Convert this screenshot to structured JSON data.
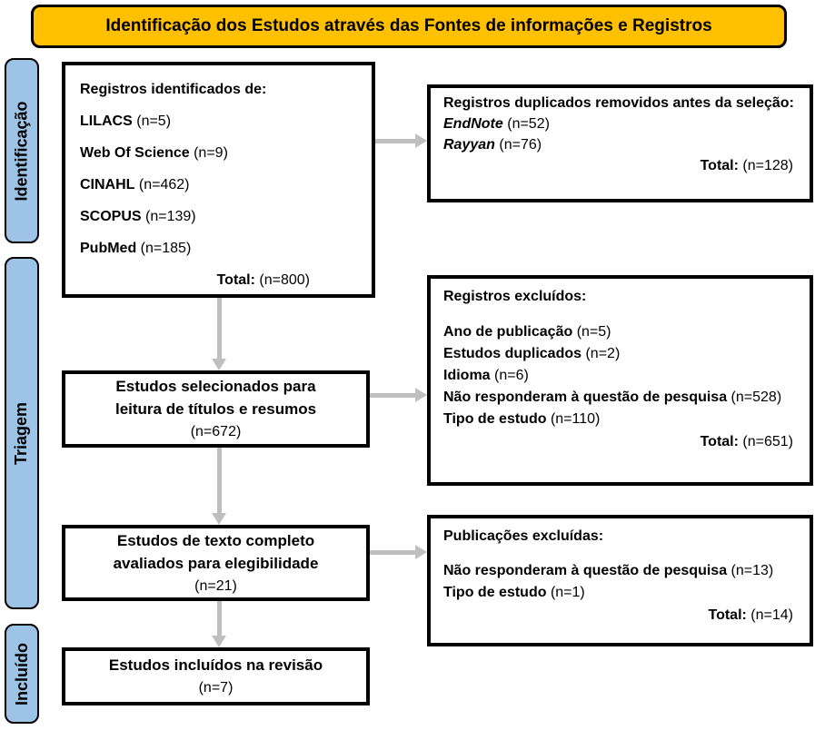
{
  "header": {
    "title": "Identificação dos Estudos através das Fontes de informações e Registros"
  },
  "colors": {
    "header_fill": "#FFC000",
    "stage_fill": "#9DC3E6",
    "box_border": "#000000",
    "arrow": "#BFBFBF"
  },
  "stages": [
    {
      "label": "Identificação"
    },
    {
      "label": "Triagem"
    },
    {
      "label": "Incluído"
    }
  ],
  "boxes": {
    "identified": {
      "title": "Registros identificados de:",
      "sources": [
        {
          "name": "LILACS",
          "count": "(n=5)"
        },
        {
          "name": "Web Of Science",
          "count": "(n=9)"
        },
        {
          "name": "CINAHL",
          "count": "(n=462)"
        },
        {
          "name": "SCOPUS",
          "count": "(n=139)"
        },
        {
          "name": "PubMed",
          "count": "(n=185)"
        }
      ],
      "total_label": "Total:",
      "total_count": "(n=800)"
    },
    "duplicates_removed": {
      "title": "Registros duplicados removidos antes da seleção:",
      "tools": [
        {
          "name": "EndNote",
          "count": "(n=52)"
        },
        {
          "name": "Rayyan",
          "count": "(n=76)"
        }
      ],
      "total_label": "Total:",
      "total_count": "(n=128)"
    },
    "screened": {
      "title_line1": "Estudos selecionados para",
      "title_line2": "leitura de títulos e resumos",
      "count": "(n=672)"
    },
    "records_excluded": {
      "title": "Registros excluídos:",
      "reasons": [
        {
          "name": "Ano de publicação",
          "count": "(n=5)"
        },
        {
          "name": "Estudos duplicados",
          "count": "(n=2)"
        },
        {
          "name": "Idioma",
          "count": "(n=6)"
        },
        {
          "name": "Não responderam à questão de pesquisa",
          "count": "(n=528)"
        },
        {
          "name": "Tipo de estudo",
          "count": "(n=110)"
        }
      ],
      "total_label": "Total:",
      "total_count": "(n=651)"
    },
    "fulltext": {
      "title_line1": "Estudos de texto completo",
      "title_line2": "avaliados para elegibilidade",
      "count": "(n=21)"
    },
    "publications_excluded": {
      "title": "Publicações excluídas:",
      "reasons": [
        {
          "name": "Não responderam à questão de pesquisa",
          "count": "(n=13)"
        },
        {
          "name": "Tipo de estudo",
          "count": "(n=1)"
        }
      ],
      "total_label": "Total:",
      "total_count": "(n=14)"
    },
    "included": {
      "title": "Estudos incluídos na revisão",
      "count": "(n=7)"
    }
  }
}
